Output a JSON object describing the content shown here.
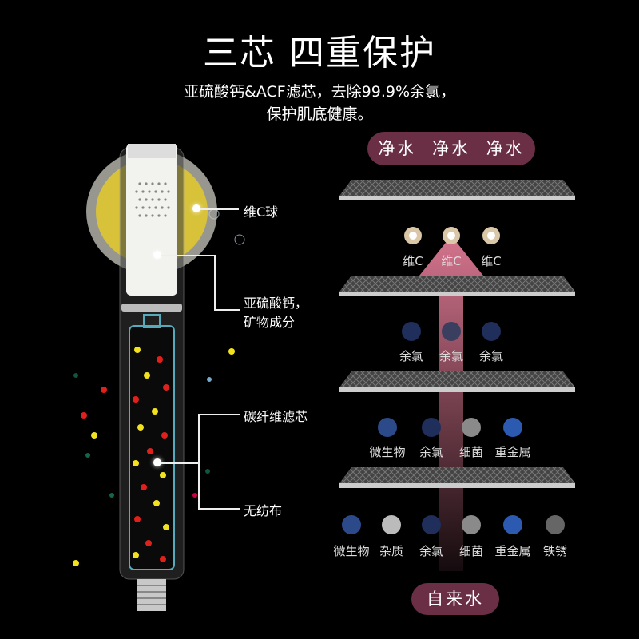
{
  "header": {
    "title": "三芯 四重保护",
    "subtitle_line1": "亚硫酸钙&ACF滤芯，去除99.9%余氯，",
    "subtitle_line2": "保护肌底健康。"
  },
  "callouts": {
    "vitc_ball": "维C球",
    "calcium_line1": "亚硫酸钙，",
    "calcium_line2": "矿物成分",
    "carbon_fiber": "碳纤维滤芯",
    "nonwoven": "无纺布"
  },
  "diagram": {
    "top_pill": "净水 净水 净水",
    "bottom_pill": "自来水",
    "row1": [
      "维C",
      "维C",
      "维C"
    ],
    "row2": [
      "余氯",
      "余氯",
      "余氯"
    ],
    "row3": [
      "微生物",
      "余氯",
      "细菌",
      "重金属"
    ],
    "row4": [
      "微生物",
      "杂质",
      "余氯",
      "细菌",
      "重金属",
      "铁锈"
    ]
  },
  "colors": {
    "pill": "#6a2e45",
    "arrow": "#e07a95",
    "head_yellow": "#d8c23a",
    "particle_red": "#e0201a",
    "particle_yellow": "#f2e21e"
  },
  "icons": [
    "vitamin-c-ball-icon",
    "chlorine-icon",
    "microbe-icon",
    "impurity-icon",
    "bacteria-icon",
    "heavy-metal-icon",
    "rust-icon"
  ]
}
